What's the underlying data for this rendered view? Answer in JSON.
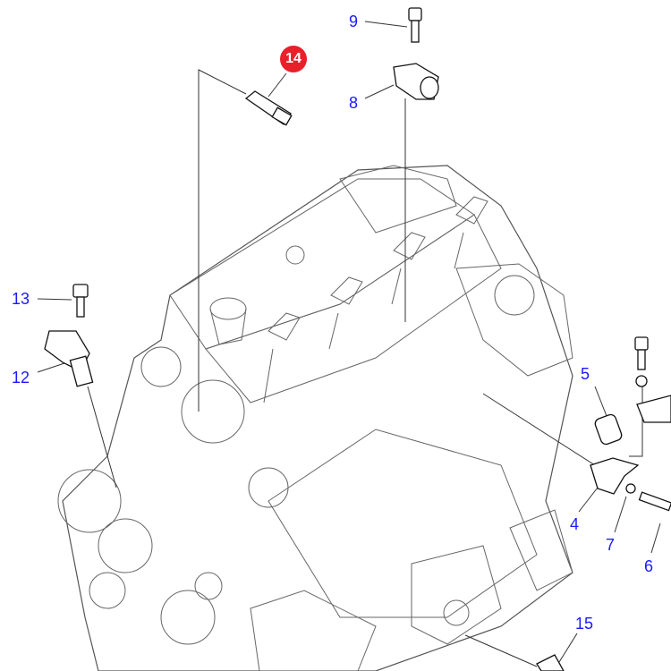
{
  "callouts": [
    {
      "id": "9",
      "label": "9"
    },
    {
      "id": "8",
      "label": "8"
    },
    {
      "id": "14",
      "label": "14",
      "highlighted": true
    },
    {
      "id": "13",
      "label": "13"
    },
    {
      "id": "12",
      "label": "12"
    },
    {
      "id": "5",
      "label": "5"
    },
    {
      "id": "4",
      "label": "4"
    },
    {
      "id": "7",
      "label": "7"
    },
    {
      "id": "6",
      "label": "6"
    },
    {
      "id": "15",
      "label": "15"
    }
  ],
  "colors": {
    "callout": "#1a1aff",
    "highlight": "#e8202a"
  }
}
